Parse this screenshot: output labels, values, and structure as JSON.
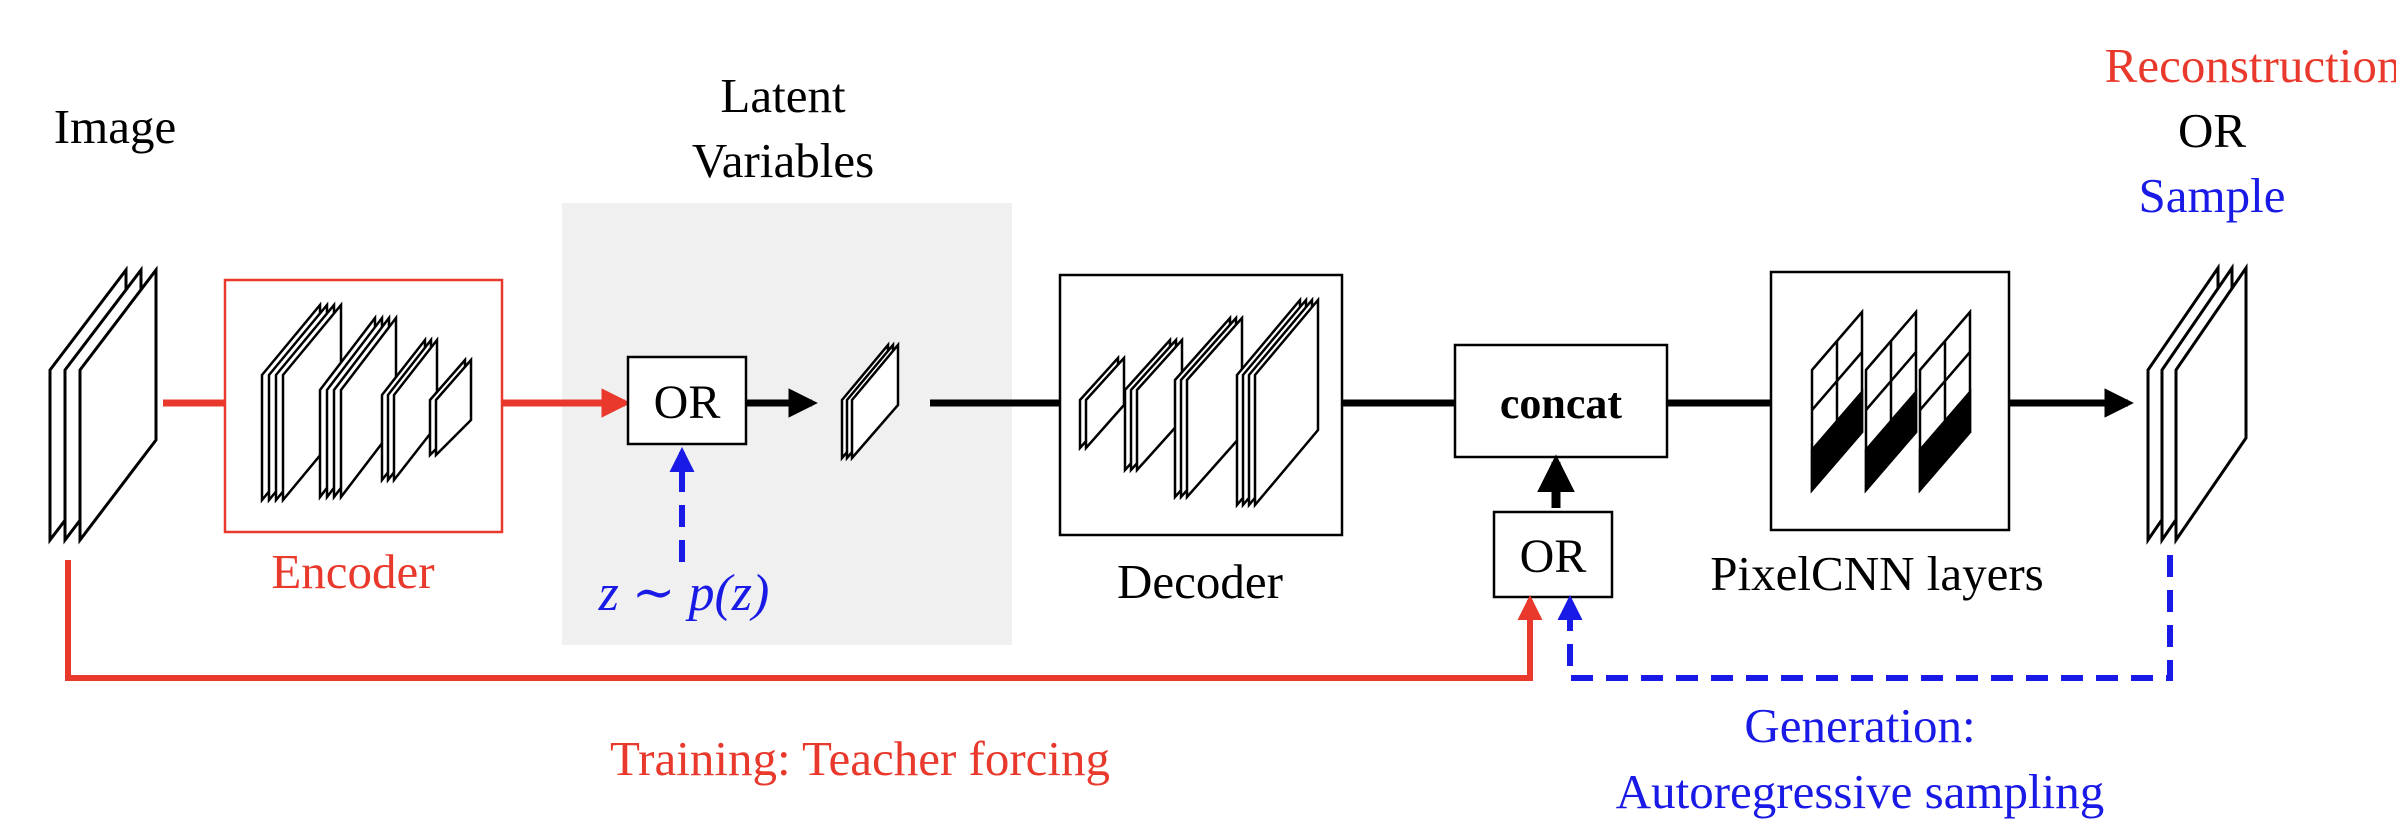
{
  "labels": {
    "image": "Image",
    "latent_line1": "Latent",
    "latent_line2": "Variables",
    "encoder": "Encoder",
    "or_latent": "OR",
    "prior": "z ∼ p(z)",
    "decoder": "Decoder",
    "concat": "concat",
    "or_input": "OR",
    "pixelcnn": "PixelCNN layers",
    "output_line1": "Reconstruction",
    "output_line2": "OR",
    "output_line3": "Sample",
    "training": "Training: Teacher forcing",
    "generation_line1": "Generation:",
    "generation_line2": "Autoregressive sampling"
  },
  "colors": {
    "training": "#e8392c",
    "generation": "#1a1ae6",
    "default": "#000000",
    "latent_region": "#f0f0f0"
  },
  "icons": {
    "image": "stacked-image-icon",
    "encoder": "conv-stack-icon",
    "latent": "latent-tensor-icon",
    "decoder": "deconv-stack-icon",
    "pixelcnn": "masked-conv-icon",
    "output": "stacked-image-icon"
  }
}
